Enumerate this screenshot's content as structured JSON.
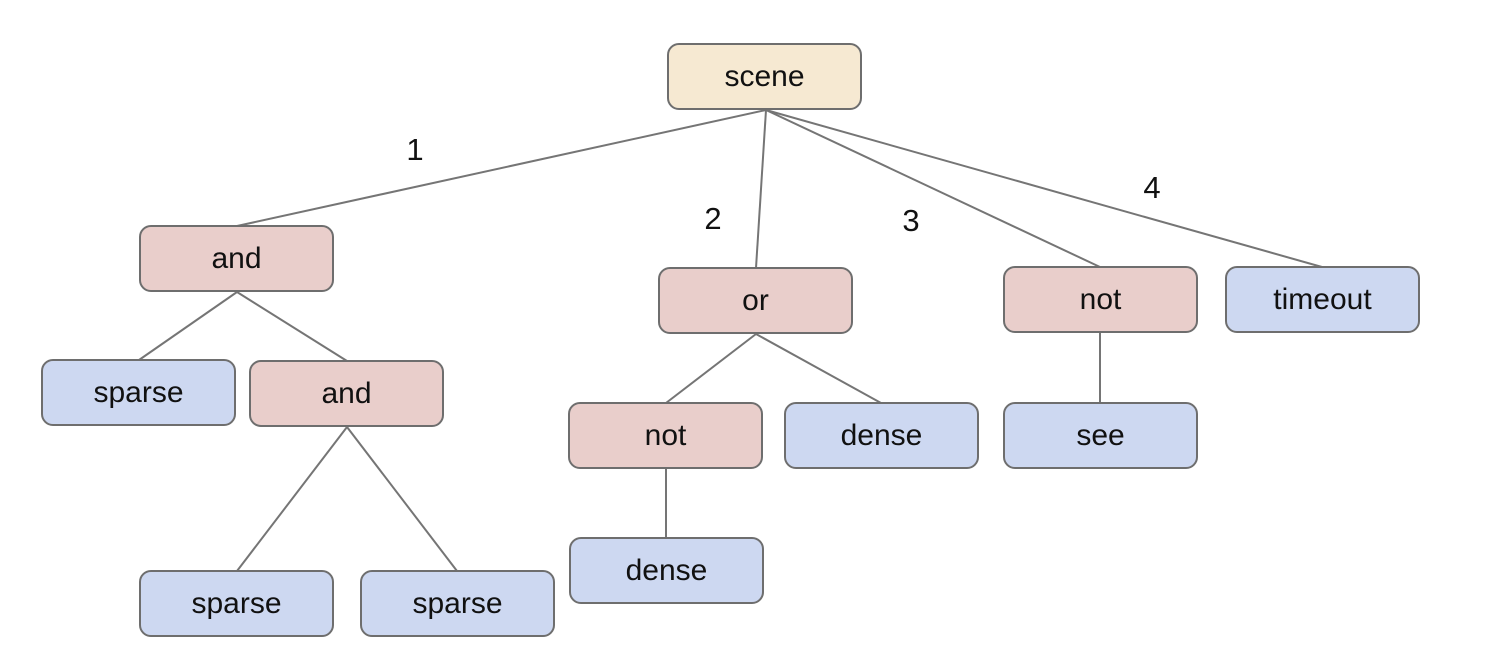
{
  "diagram": {
    "type": "tree",
    "root": "scene",
    "colors": {
      "root_fill": "#f6e9d2",
      "operator_fill": "#e9cecb",
      "leaf_fill": "#cdd8f1",
      "node_border": "#6e6e6e",
      "edge_stroke": "#757575",
      "text": "#111111",
      "background": "#ffffff"
    },
    "nodes": [
      {
        "id": "scene",
        "label": "scene",
        "kind": "root"
      },
      {
        "id": "and-1",
        "label": "and",
        "kind": "operator"
      },
      {
        "id": "or-1",
        "label": "or",
        "kind": "operator"
      },
      {
        "id": "not-1",
        "label": "not",
        "kind": "operator"
      },
      {
        "id": "timeout",
        "label": "timeout",
        "kind": "leaf"
      },
      {
        "id": "sparse-1",
        "label": "sparse",
        "kind": "leaf"
      },
      {
        "id": "and-2",
        "label": "and",
        "kind": "operator"
      },
      {
        "id": "not-2",
        "label": "not",
        "kind": "operator"
      },
      {
        "id": "dense-1",
        "label": "dense",
        "kind": "leaf"
      },
      {
        "id": "see-1",
        "label": "see",
        "kind": "leaf"
      },
      {
        "id": "sparse-2",
        "label": "sparse",
        "kind": "leaf"
      },
      {
        "id": "sparse-3",
        "label": "sparse",
        "kind": "leaf"
      },
      {
        "id": "dense-2",
        "label": "dense",
        "kind": "leaf"
      }
    ],
    "edges": [
      {
        "from": "scene",
        "to": "and-1",
        "label": "1"
      },
      {
        "from": "scene",
        "to": "or-1",
        "label": "2"
      },
      {
        "from": "scene",
        "to": "not-1",
        "label": "3"
      },
      {
        "from": "scene",
        "to": "timeout",
        "label": "4"
      },
      {
        "from": "and-1",
        "to": "sparse-1",
        "label": ""
      },
      {
        "from": "and-1",
        "to": "and-2",
        "label": ""
      },
      {
        "from": "and-2",
        "to": "sparse-2",
        "label": ""
      },
      {
        "from": "and-2",
        "to": "sparse-3",
        "label": ""
      },
      {
        "from": "or-1",
        "to": "not-2",
        "label": ""
      },
      {
        "from": "or-1",
        "to": "dense-1",
        "label": ""
      },
      {
        "from": "not-2",
        "to": "dense-2",
        "label": ""
      },
      {
        "from": "not-1",
        "to": "see-1",
        "label": ""
      }
    ]
  }
}
